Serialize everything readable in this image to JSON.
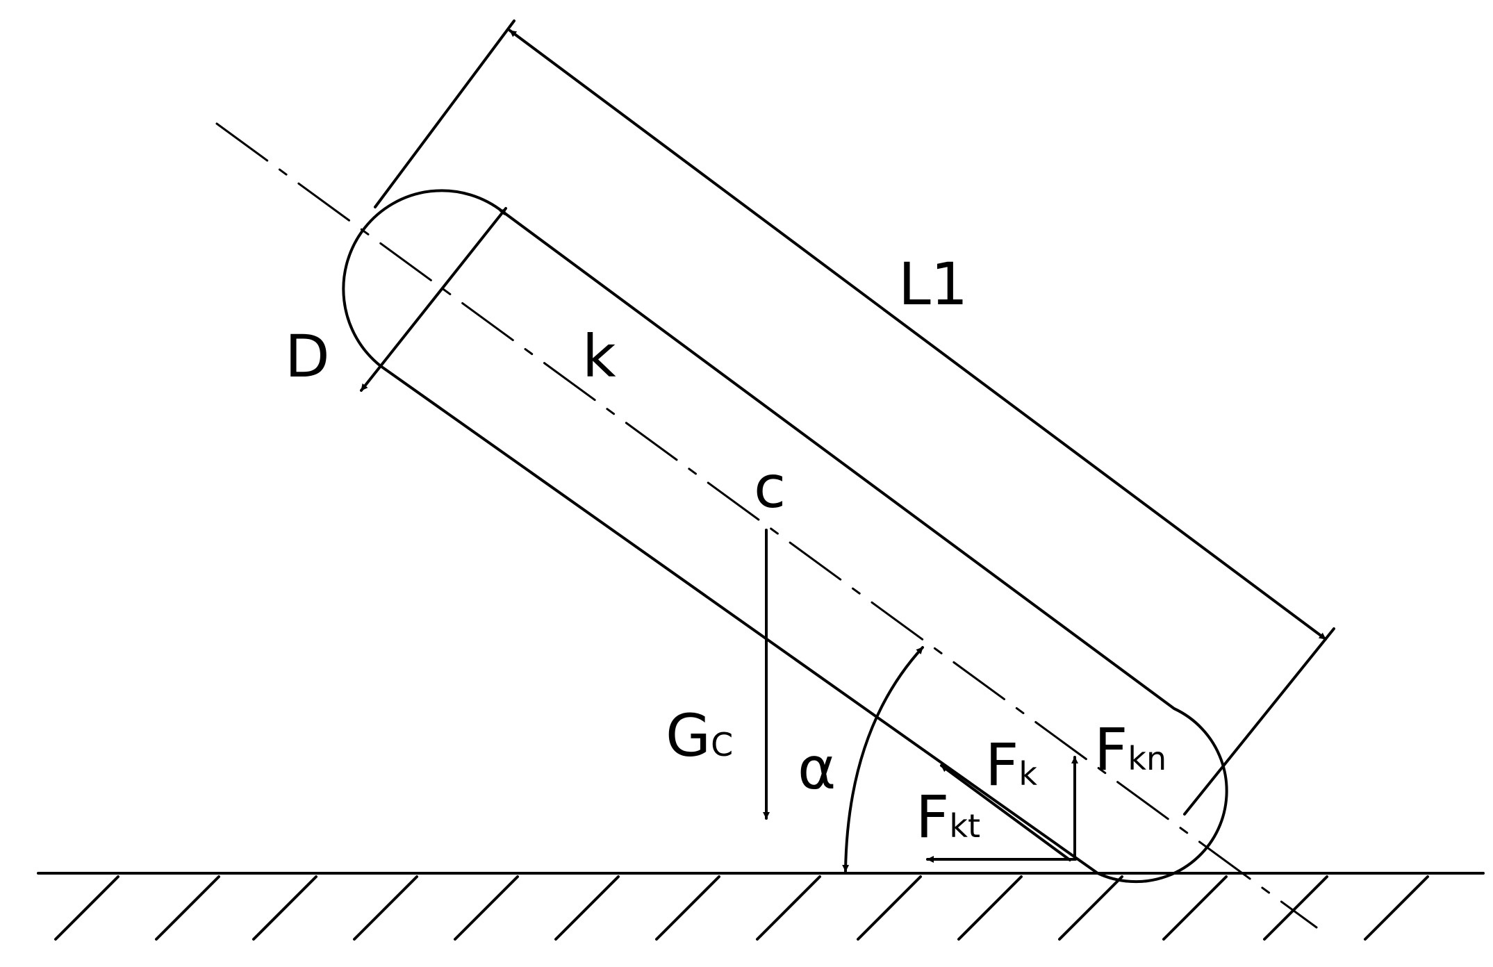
{
  "labels": {
    "length": "L1",
    "diameter": "D",
    "axis": "k",
    "center": "c",
    "angle": "α",
    "gravity_main": "G",
    "gravity_sub": "C",
    "force_main": "F",
    "force_sub": "k",
    "force_normal_main": "F",
    "force_normal_sub": "kn",
    "force_tangent_main": "F",
    "force_tangent_sub": "kt"
  },
  "colors": {
    "ink": "#000000",
    "background": "#ffffff"
  }
}
